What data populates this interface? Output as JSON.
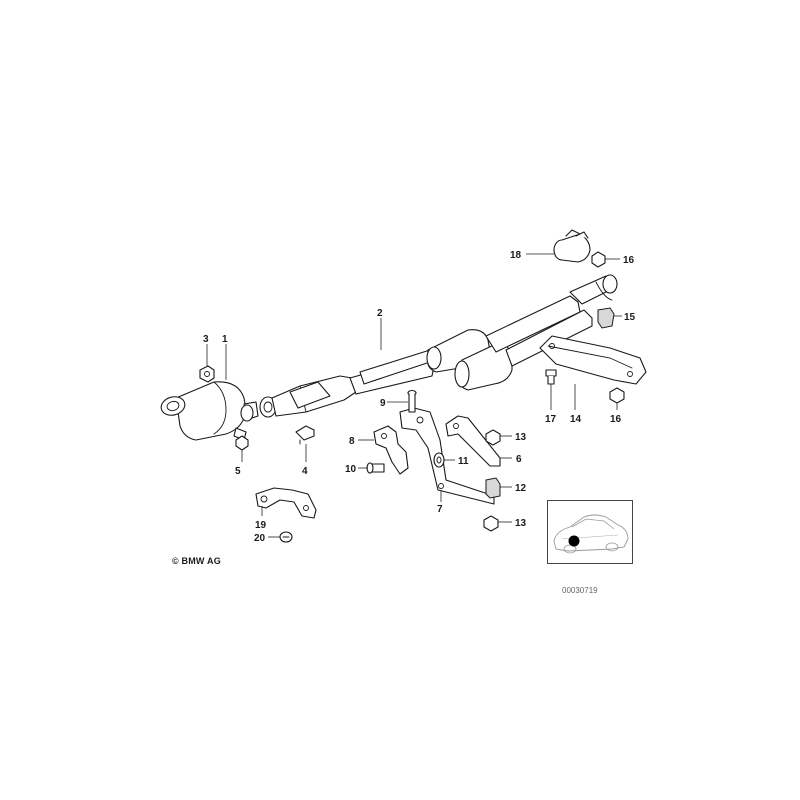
{
  "callouts": {
    "c1": "1",
    "c2": "2",
    "c3": "3",
    "c4": "4",
    "c5": "5",
    "c6": "6",
    "c7": "7",
    "c8": "8",
    "c9": "9",
    "c10": "10",
    "c11": "11",
    "c12": "12",
    "c13a": "13",
    "c13b": "13",
    "c14": "14",
    "c15": "15",
    "c16a": "16",
    "c16b": "16",
    "c17": "17",
    "c18": "18",
    "c19": "19",
    "c20": "20"
  },
  "copyright": "© BMW AG",
  "reference_code": "00030719",
  "colors": {
    "line": "#1a1a1a",
    "background": "#ffffff"
  }
}
